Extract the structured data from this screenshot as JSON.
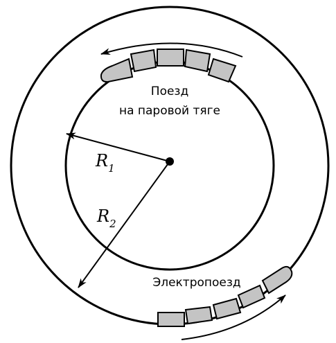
{
  "labels": {
    "steam_train_line1": "Поезд",
    "steam_train_line2": "на паровой тяге",
    "electric_train": "Электропоезд",
    "r1": "R",
    "r1_sub": "1",
    "r2": "R",
    "r2_sub": "2"
  }
}
